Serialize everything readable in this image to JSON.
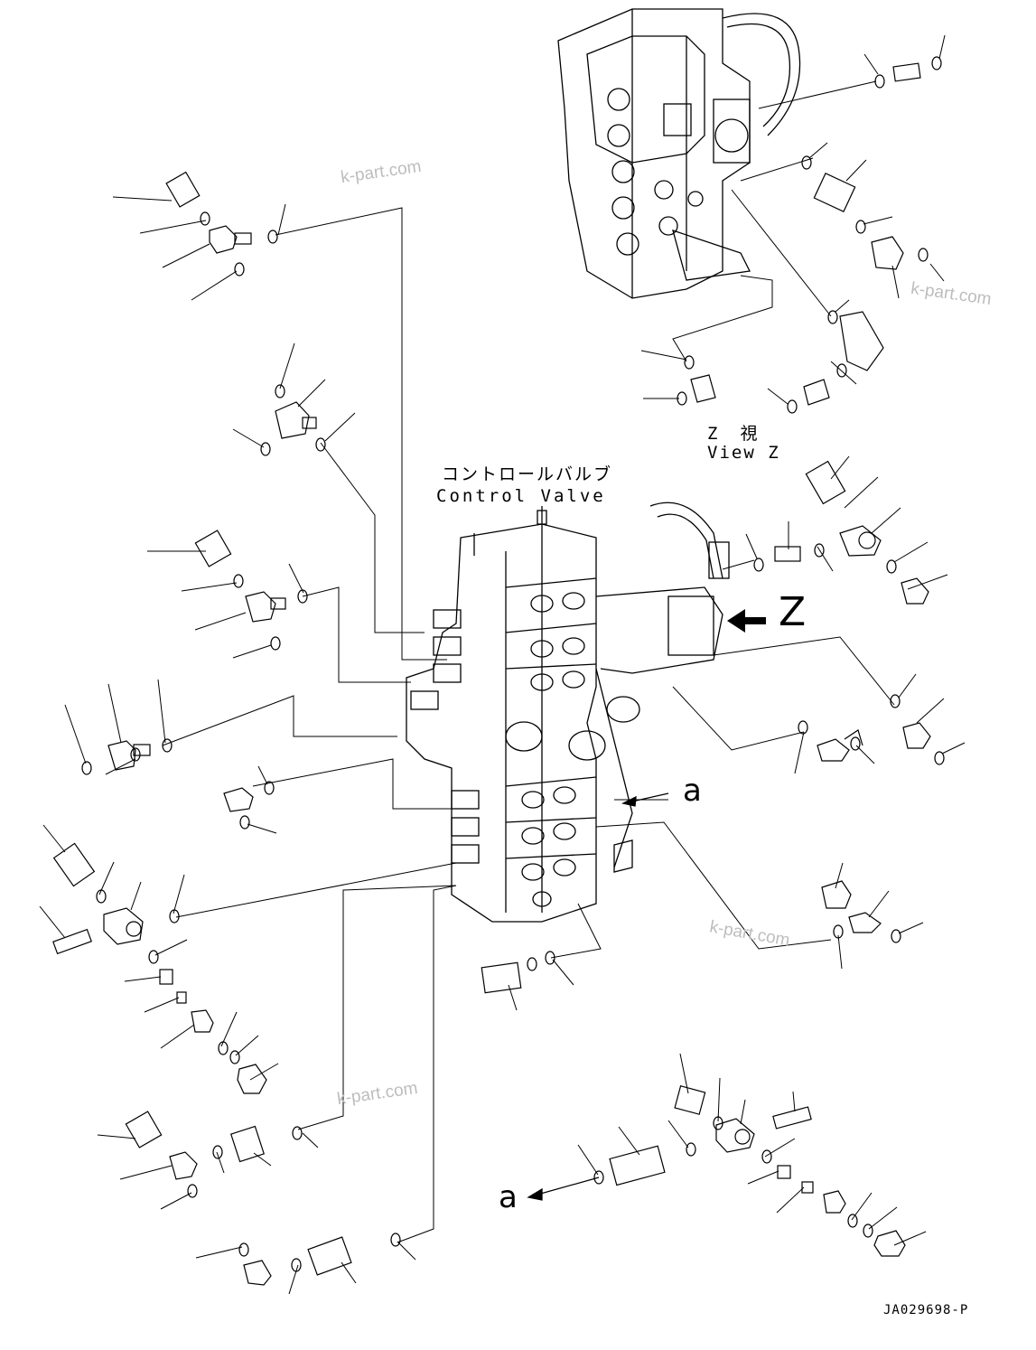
{
  "diagram": {
    "title_jp": "コントロールバルブ",
    "title_en": "Control Valve",
    "view_jp": "Z　視",
    "view_en": "View Z",
    "arrow_z": "Z",
    "ref_a_1": "a",
    "ref_a_2": "a",
    "drawing_no": "JA029698-P",
    "watermark": "k-part.com"
  }
}
